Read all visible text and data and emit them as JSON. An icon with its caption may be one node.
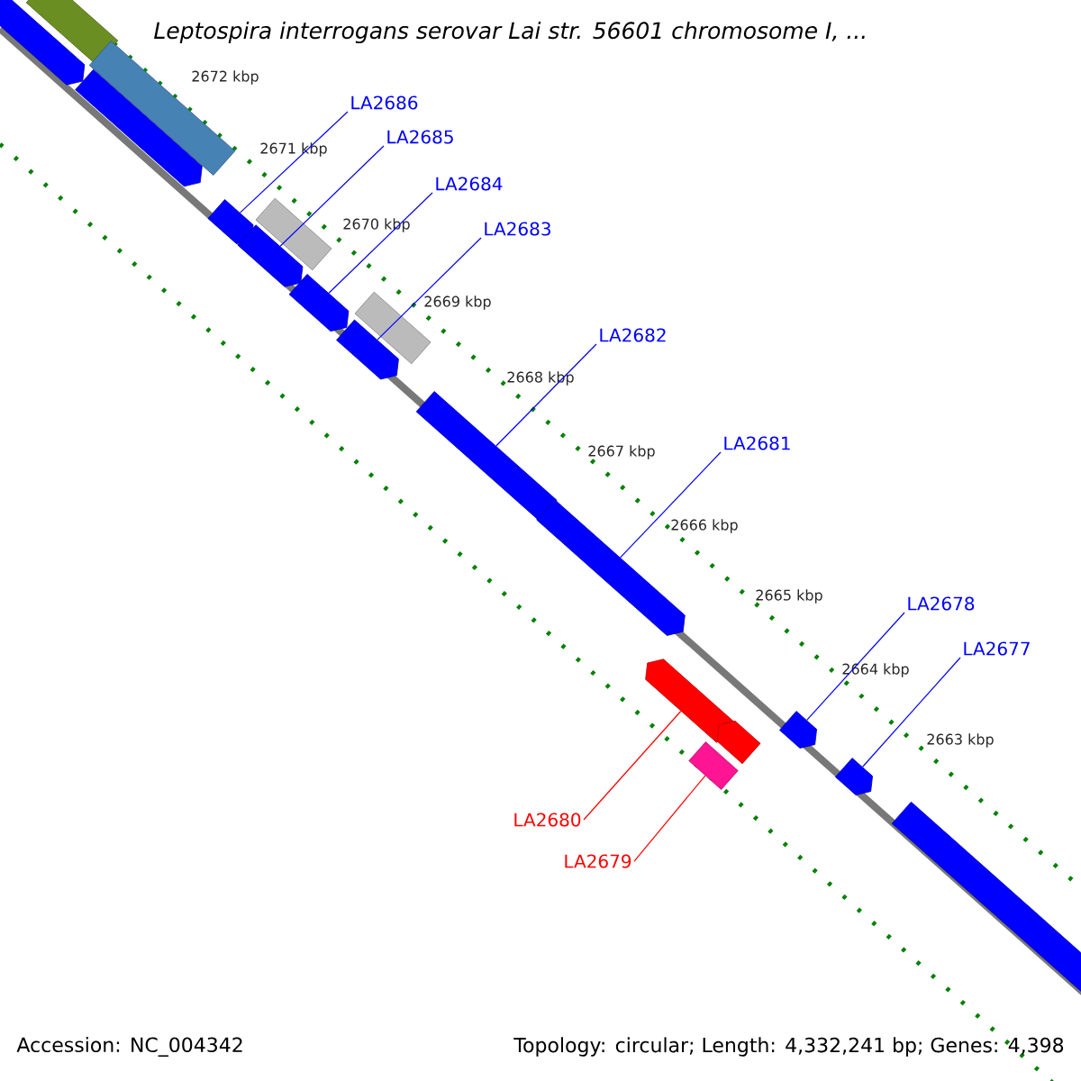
{
  "diagram": {
    "title": "Leptospira interrogans serovar Lai str. 56601 chromosome I, ...",
    "nodes": [
      {
        "text": [],
        "shape": "arrow"
      },
      {
        "text": [],
        "shape": "box"
      },
      {
        "text": [],
        "shape": "box"
      },
      {
        "text": [],
        "shape": "arrow"
      },
      {
        "text": [],
        "shape": "arrow"
      },
      {
        "text": [],
        "shape": "box"
      },
      {
        "text": [],
        "shape": "arrow"
      },
      {
        "text": [],
        "shape": "arrow"
      },
      {
        "text": [],
        "shape": "box"
      },
      {
        "text": [],
        "shape": "arrow"
      },
      {
        "text": [],
        "shape": "arrow"
      },
      {
        "text": [],
        "shape": "arrow"
      },
      {
        "text": [],
        "shape": "arrow"
      },
      {
        "text": [],
        "shape": "arrow"
      },
      {
        "text": [],
        "shape": "box"
      },
      {
        "text": [],
        "shape": "arrow"
      },
      {
        "text": [],
        "shape": "arrow"
      },
      {
        "text": [],
        "shape": "arrow"
      },
      {
        "text": [
          "LA2686"
        ]
      },
      {
        "text": [
          "LA2685"
        ]
      },
      {
        "text": [
          "LA2684"
        ]
      },
      {
        "text": [
          "LA2683"
        ]
      },
      {
        "text": [
          "LA2682"
        ]
      },
      {
        "text": [
          "LA2681"
        ]
      },
      {
        "text": [
          "LA2678"
        ]
      },
      {
        "text": [
          "LA2677"
        ]
      },
      {
        "text": [
          "LA2680"
        ]
      },
      {
        "text": [
          "LA2679"
        ]
      }
    ],
    "edges": [
      {
        "from": 18,
        "to": 4,
        "arrow": "none"
      },
      {
        "from": 19,
        "to": 6,
        "arrow": "none"
      },
      {
        "from": 20,
        "to": 7,
        "arrow": "none"
      },
      {
        "from": 21,
        "to": 9,
        "arrow": "none"
      },
      {
        "from": 22,
        "to": 10,
        "arrow": "none"
      },
      {
        "from": 23,
        "to": 11,
        "arrow": "none"
      },
      {
        "from": 24,
        "to": 15,
        "arrow": "none"
      },
      {
        "from": 25,
        "to": 16,
        "arrow": "none"
      },
      {
        "from": 26,
        "to": 12,
        "arrow": "none",
        "color": "#ff0000"
      },
      {
        "from": 27,
        "to": 14,
        "arrow": "none",
        "color": "#ff0000"
      }
    ],
    "labels": [
      "2672 kbp",
      "2671 kbp",
      "2670 kbp",
      "2669 kbp",
      "2668 kbp",
      "2667 kbp",
      "2666 kbp",
      "2665 kbp",
      "2664 kbp",
      "2663 kbp",
      "Accession: NC_004342",
      "Topology: circular; Length: 4,332,241 bp; Genes: 4,398"
    ]
  }
}
